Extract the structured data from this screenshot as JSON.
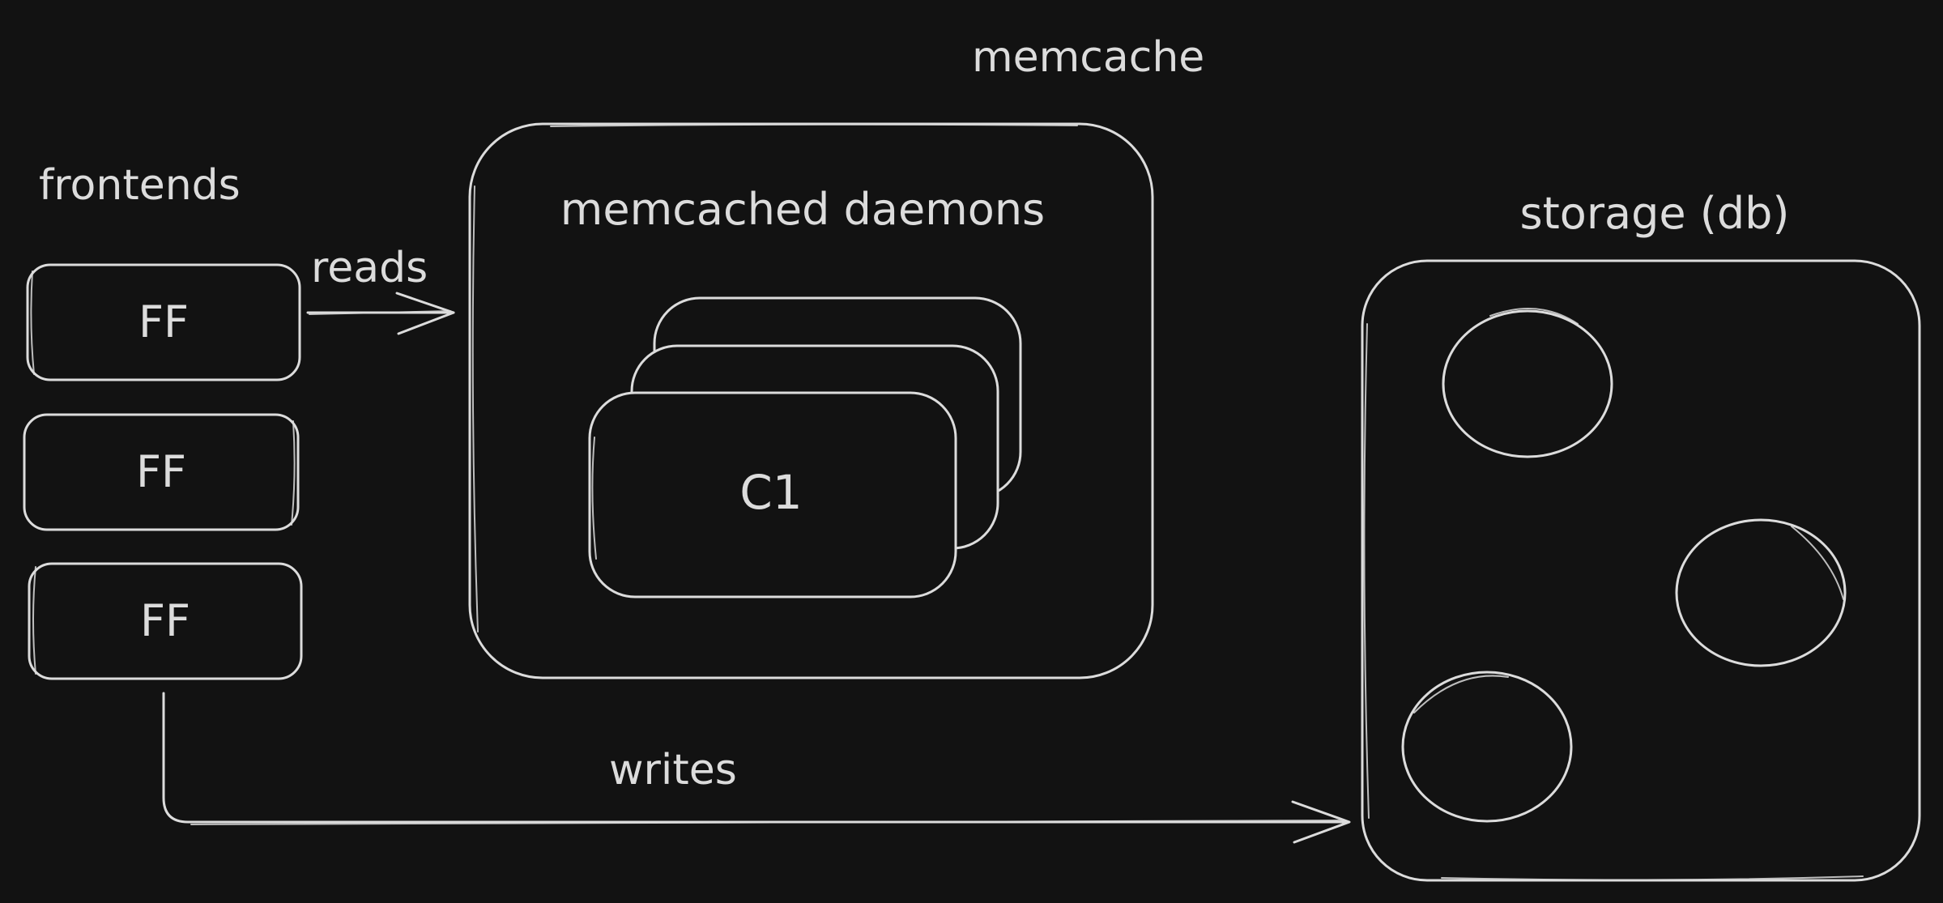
{
  "diagram": {
    "stroke_color": "#dcdcdc",
    "background_color": "#121212",
    "frontends": {
      "title": "frontends",
      "nodes": [
        {
          "label": "FF"
        },
        {
          "label": "FF"
        },
        {
          "label": "FF"
        }
      ]
    },
    "memcache": {
      "title": "memcache",
      "inner_title": "memcached daemons",
      "front_card_label": "C1"
    },
    "storage": {
      "title": "storage (db)",
      "node_count": 3
    },
    "edges": {
      "reads_label": "reads",
      "writes_label": "writes"
    }
  }
}
